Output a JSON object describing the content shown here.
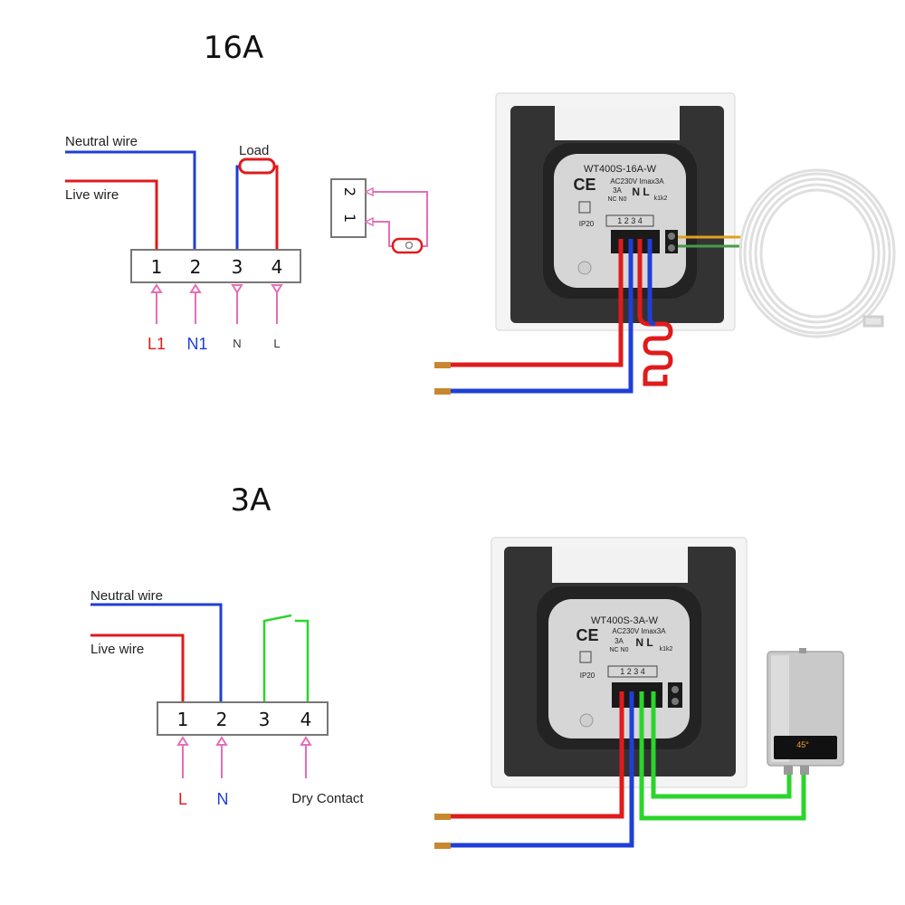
{
  "section_16a": {
    "title": "16A",
    "neutral_label": "Neutral wire",
    "live_label": "Live wire",
    "load_label": "Load",
    "terminals": [
      "1",
      "2",
      "3",
      "4"
    ],
    "inputs": [
      "L1",
      "N1",
      "N",
      "L"
    ],
    "sensor_terminals": [
      "2",
      "1"
    ],
    "device": {
      "model": "WT400S-16A-W",
      "rating": "AC230V Imax3A",
      "relay": "3A",
      "nc_no": "NC N0",
      "nl": "N  L",
      "k": "k1k2",
      "terms": "1 2 3 4",
      "ip": "IP20",
      "ce": "CE"
    }
  },
  "section_3a": {
    "title": "3A",
    "neutral_label": "Neutral wire",
    "live_label": "Live wire",
    "terminals": [
      "1",
      "2",
      "3",
      "4"
    ],
    "inputs": [
      "L",
      "N",
      "Dry Contact"
    ],
    "device": {
      "model": "WT400S-3A-W",
      "rating": "AC230V Imax3A",
      "relay": "3A",
      "nc_no": "NC N0",
      "nl": "N  L",
      "k": "k1k2",
      "terms": "1 2 3 4",
      "ip": "IP20",
      "ce": "CE"
    },
    "boiler_display": "45°"
  },
  "colors": {
    "neutral": "#1f3fd6",
    "live": "#e01b1b",
    "arrow": "#e36fb7",
    "dry": "#2bd52b"
  }
}
